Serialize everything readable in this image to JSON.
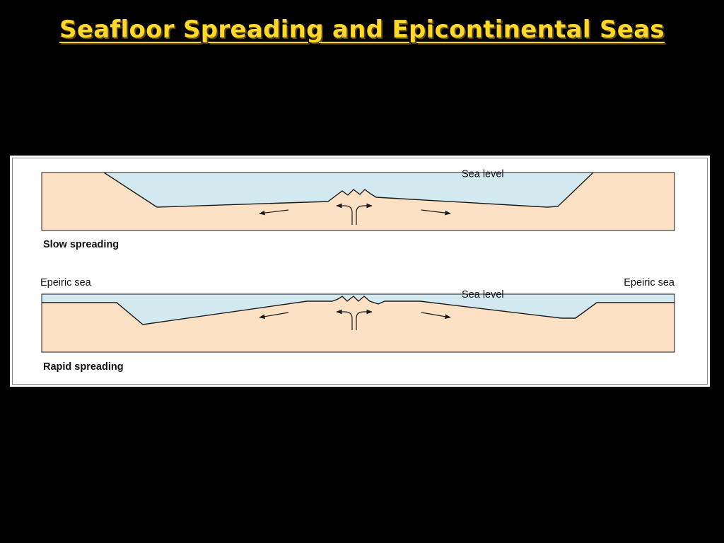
{
  "slide": {
    "title": "Seafloor Spreading and Epicontinental Seas"
  },
  "diagram": {
    "panel_slow": {
      "caption": "Slow spreading",
      "sea_level_label": "Sea level"
    },
    "panel_rapid": {
      "caption": "Rapid spreading",
      "sea_level_label": "Sea level",
      "epeiric_left": "Epeiric sea",
      "epeiric_right": "Epeiric sea"
    },
    "colors": {
      "sea": "#d3e9f0",
      "crust": "#fde1c4",
      "frame": "#ffffff",
      "line": "#1a1a1a"
    }
  }
}
